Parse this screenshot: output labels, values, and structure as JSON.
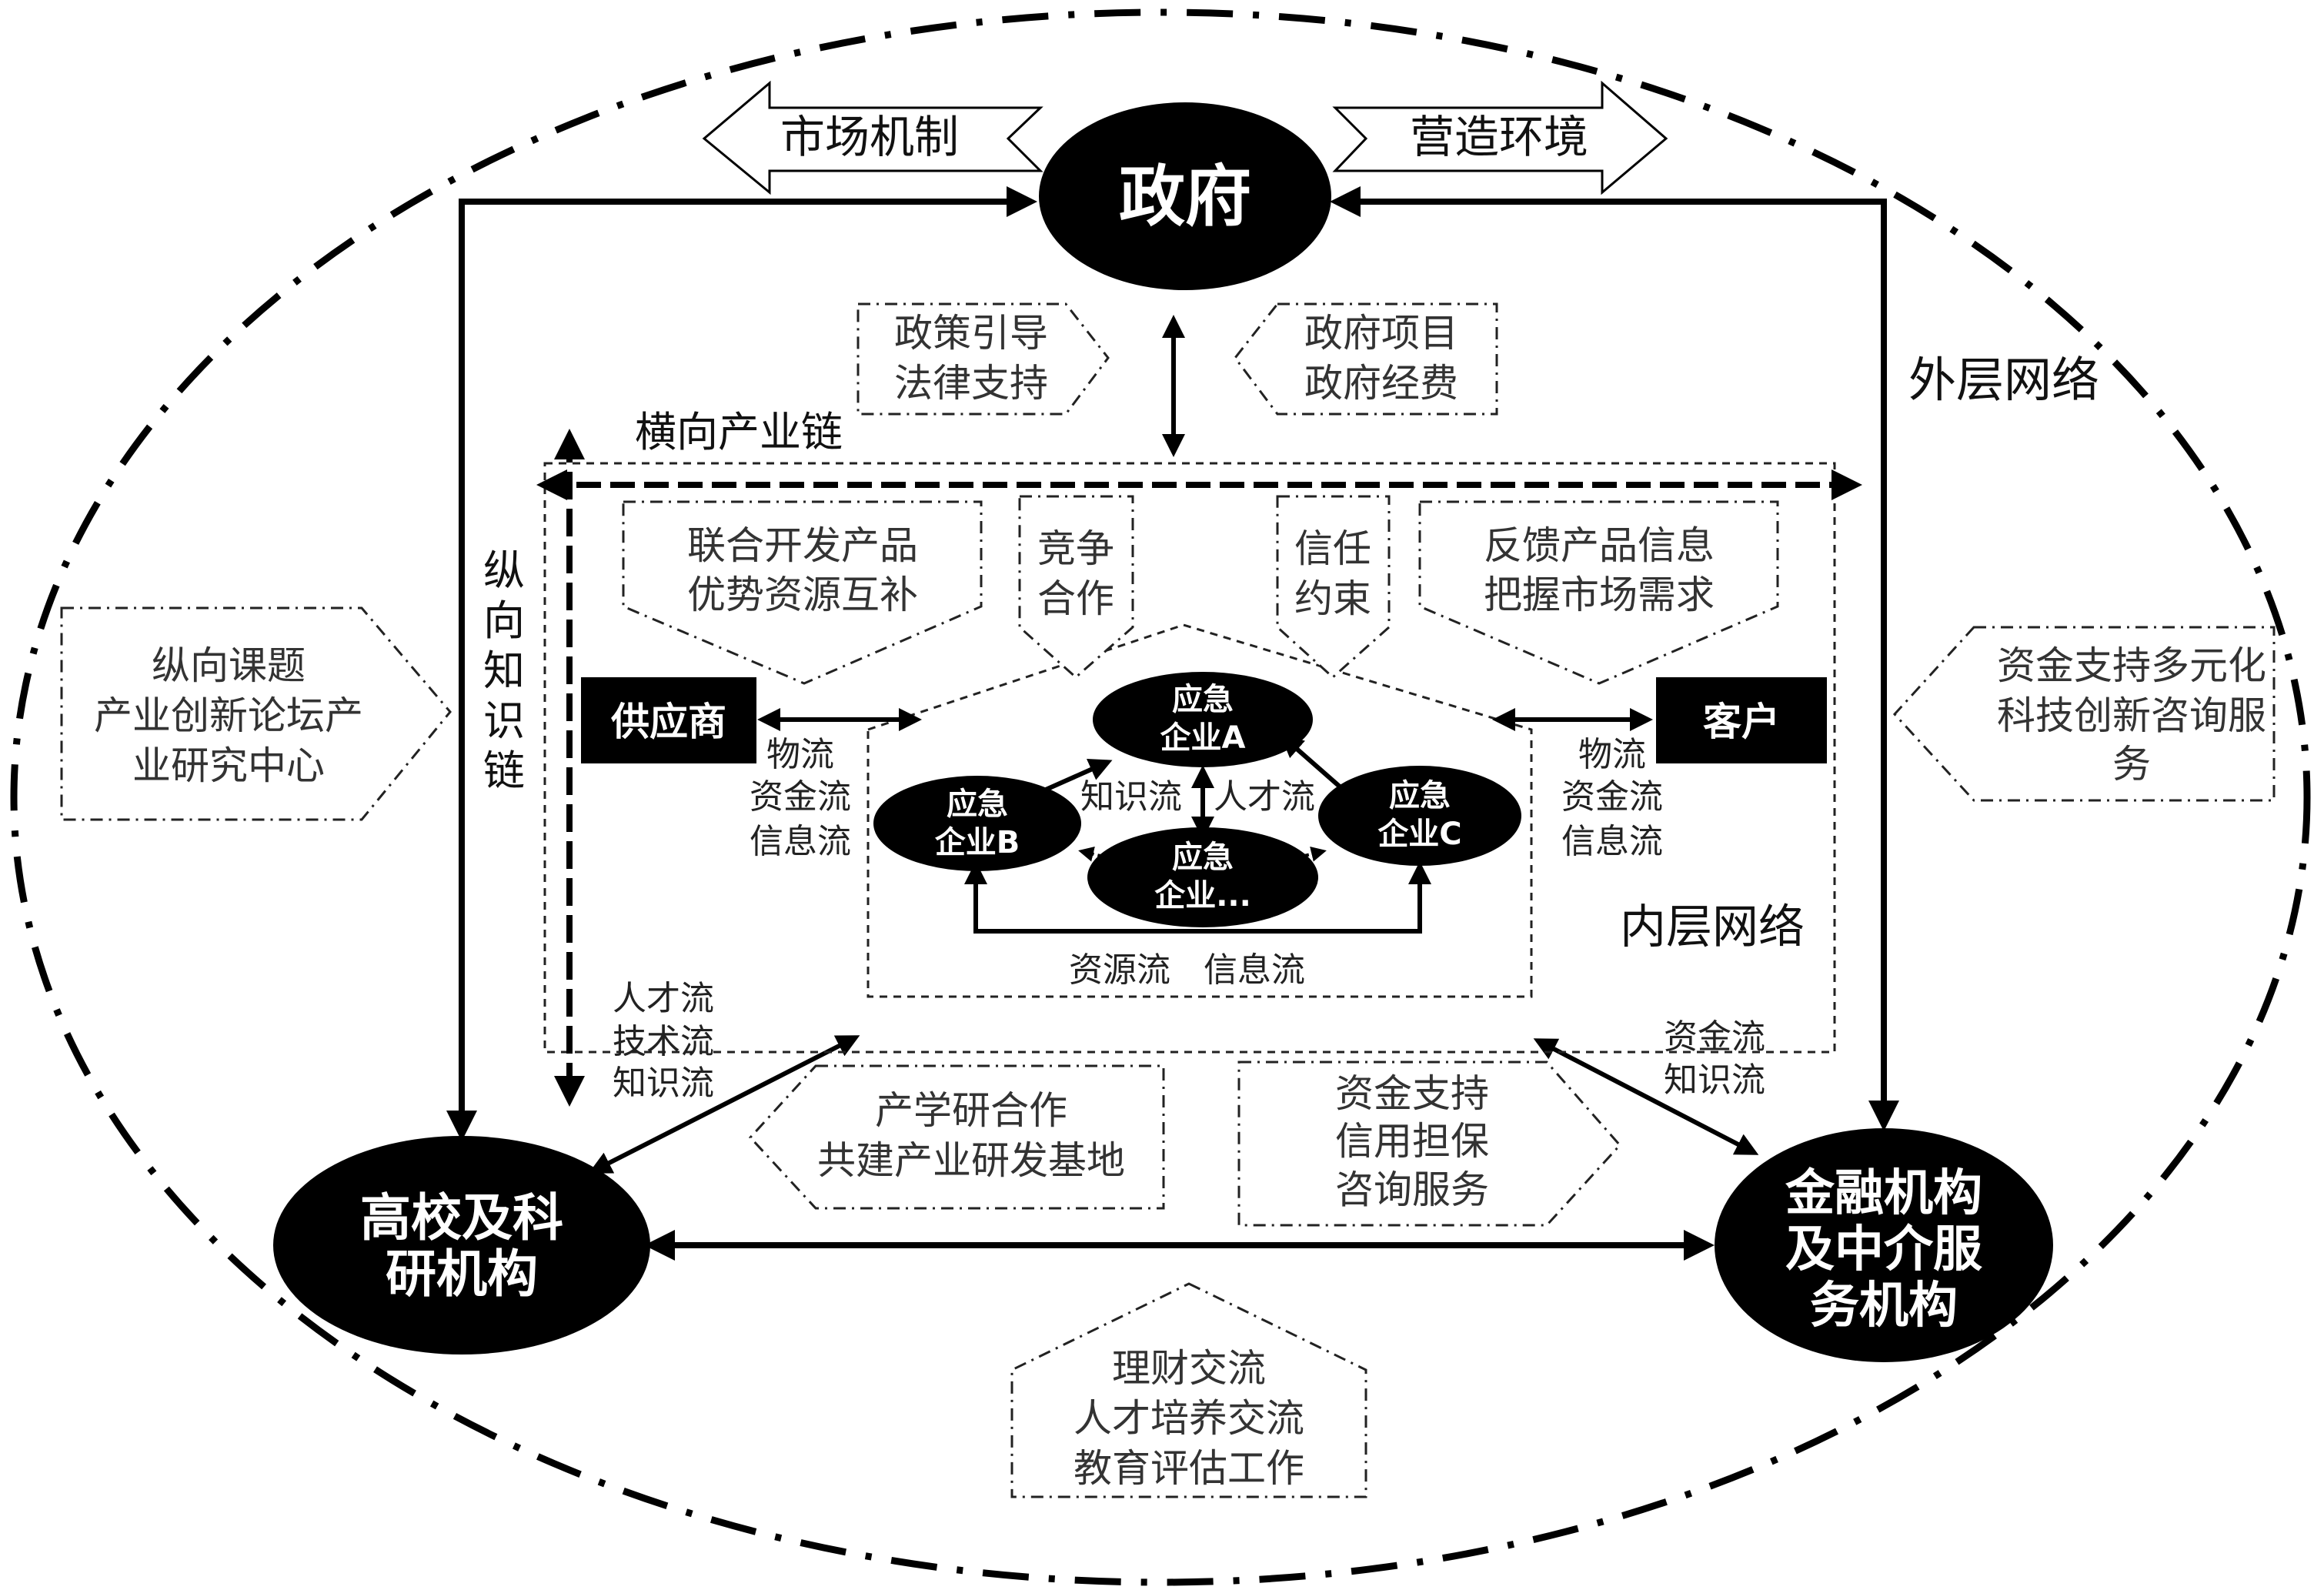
{
  "diagram": {
    "outer_network": "外层网络",
    "inner_network": "内层网络",
    "horizontal_chain": "横向产业链",
    "vertical_chain": [
      "纵",
      "向",
      "知",
      "识",
      "链"
    ],
    "nodes": {
      "government": "政府",
      "university": [
        "高校及科",
        "研机构"
      ],
      "finance": [
        "金融机构",
        "及中介服",
        "务机构"
      ],
      "supplier": "供应商",
      "customer": "客户",
      "enterprise_a": [
        "应急",
        "企业A"
      ],
      "enterprise_b": [
        "应急",
        "企业B"
      ],
      "enterprise_c": [
        "应急",
        "企业C"
      ],
      "enterprise_n": [
        "应急",
        "企业..."
      ]
    },
    "arrows": {
      "market_mechanism": "市场机制",
      "create_environment": "营造环境"
    },
    "notes": {
      "policy": [
        "政策引导",
        "法律支持"
      ],
      "gov_projects": [
        "政府项目",
        "政府经费"
      ],
      "joint_dev": [
        "联合开发产品",
        "优势资源互补"
      ],
      "competition": [
        "竞争",
        "合作"
      ],
      "trust": [
        "信任",
        "约束"
      ],
      "feedback": [
        "反馈产品信息",
        "把握市场需求"
      ],
      "vertical_topics": [
        "纵向课题",
        "产业创新论坛产",
        "业研究中心"
      ],
      "fund_support_diverse": [
        "资金支持多元化",
        "科技创新咨询服",
        "务"
      ],
      "industry_univ": [
        "产学研合作",
        "共建产业研发基地"
      ],
      "fund_credit": [
        "资金支持",
        "信用担保",
        "咨询服务"
      ],
      "finance_edu": [
        "理财交流",
        "人才培养交流",
        "教育评估工作"
      ]
    },
    "flows": {
      "supplier_flows": [
        "物流",
        "资金流",
        "信息流"
      ],
      "customer_flows": [
        "物流",
        "资金流",
        "信息流"
      ],
      "knowledge_flow": "知识流",
      "talent_flow": "人才流",
      "resource_flow": "资源流",
      "info_flow": "信息流",
      "univ_flows": [
        "人才流",
        "技术流",
        "知识流"
      ],
      "finance_flows": [
        "资金流",
        "知识流"
      ]
    }
  }
}
